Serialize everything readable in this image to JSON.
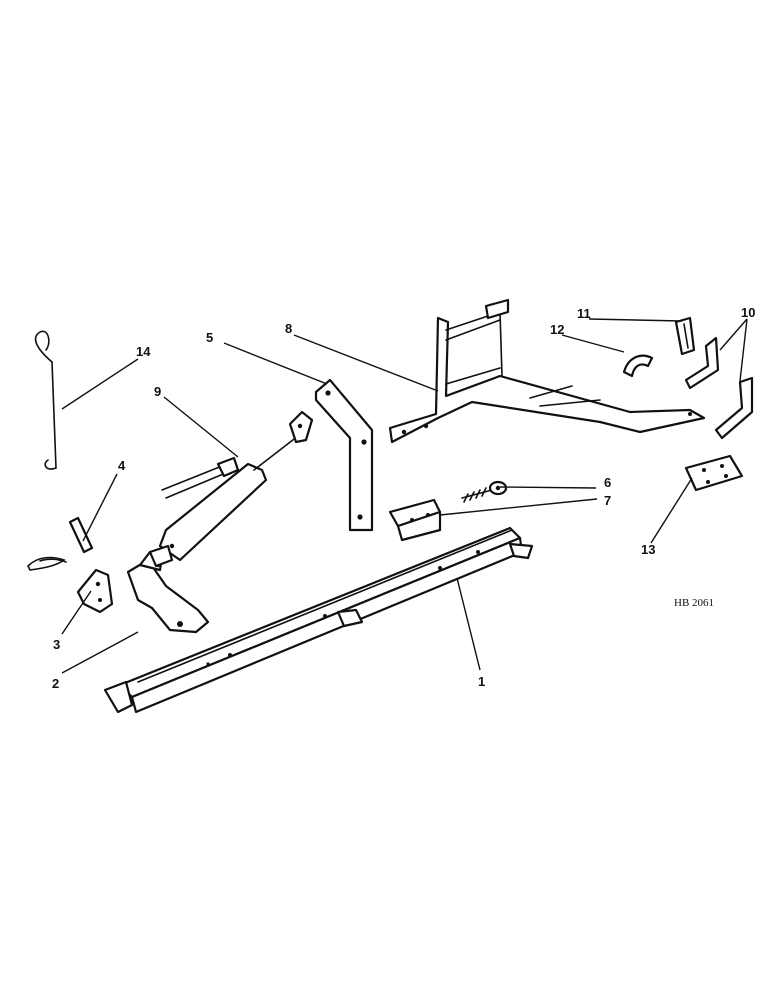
{
  "drawing": {
    "reference": "HB 2061",
    "callouts": [
      {
        "id": "1",
        "label": "1"
      },
      {
        "id": "2",
        "label": "2"
      },
      {
        "id": "3",
        "label": "3"
      },
      {
        "id": "4",
        "label": "4"
      },
      {
        "id": "5",
        "label": "5"
      },
      {
        "id": "6",
        "label": "6"
      },
      {
        "id": "7",
        "label": "7"
      },
      {
        "id": "8",
        "label": "8"
      },
      {
        "id": "9",
        "label": "9"
      },
      {
        "id": "10",
        "label": "10"
      },
      {
        "id": "11",
        "label": "11"
      },
      {
        "id": "12",
        "label": "12"
      },
      {
        "id": "13",
        "label": "13"
      },
      {
        "id": "14",
        "label": "14"
      }
    ]
  }
}
